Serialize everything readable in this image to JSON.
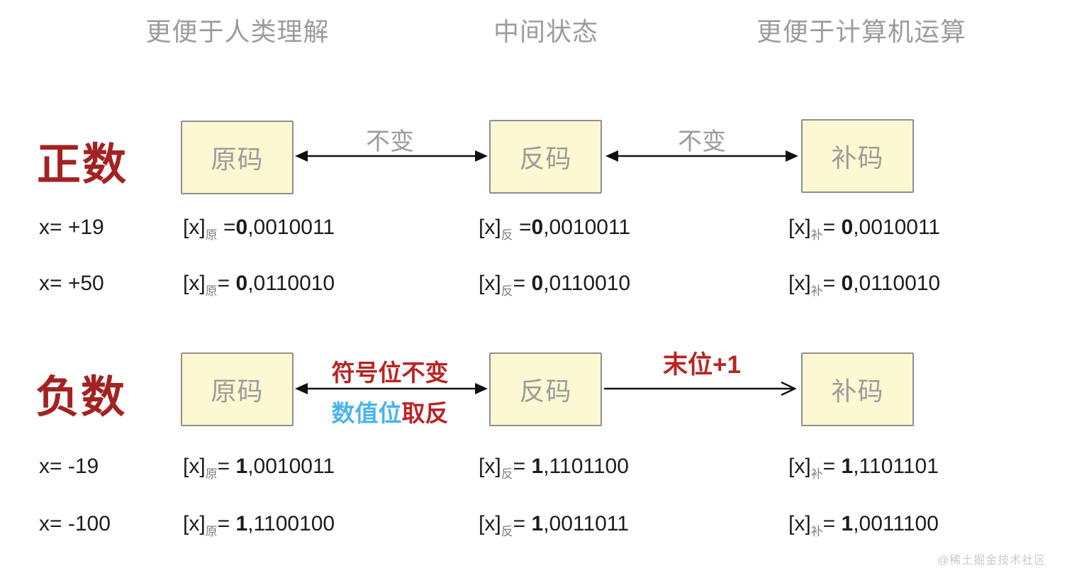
{
  "headers": {
    "human": "更便于人类理解",
    "middle": "中间状态",
    "computer": "更便于计算机运算"
  },
  "positive": {
    "label": "正数",
    "boxes": [
      "原码",
      "反码",
      "补码"
    ],
    "arrow1_label": "不变",
    "arrow2_label": "不变",
    "rows": [
      {
        "x": "x= +19",
        "cells": [
          {
            "pre": "[x]",
            "sub": "原",
            "eq": " =",
            "sign": "0",
            "rest": ",0010011"
          },
          {
            "pre": "[x]",
            "sub": "反",
            "eq": " =",
            "sign": "0",
            "rest": ",0010011"
          },
          {
            "pre": "[x]",
            "sub": "补",
            "eq": "= ",
            "sign": "0",
            "rest": ",0010011"
          }
        ]
      },
      {
        "x": "x= +50",
        "cells": [
          {
            "pre": "[x]",
            "sub": "原",
            "eq": "= ",
            "sign": "0",
            "rest": ",0110010"
          },
          {
            "pre": "[x]",
            "sub": "反",
            "eq": "= ",
            "sign": "0",
            "rest": ",0110010"
          },
          {
            "pre": "[x]",
            "sub": "补",
            "eq": "= ",
            "sign": "0",
            "rest": ",0110010"
          }
        ]
      }
    ]
  },
  "negative": {
    "label": "负数",
    "boxes": [
      "原码",
      "反码",
      "补码"
    ],
    "arrow1_label_top": "符号位不变",
    "arrow1_label_bottom_blue": "数值位",
    "arrow1_label_bottom_red": "取反",
    "arrow2_label": "末位+1",
    "rows": [
      {
        "x": "x= -19",
        "cells": [
          {
            "pre": "[x]",
            "sub": "原",
            "eq": "= ",
            "sign": "1",
            "rest": ",0010011"
          },
          {
            "pre": "[x]",
            "sub": "反",
            "eq": "= ",
            "sign": "1",
            "rest": ",1101100"
          },
          {
            "pre": "[x]",
            "sub": "补",
            "eq": "= ",
            "sign": "1",
            "rest": ",1101101"
          }
        ]
      },
      {
        "x": "x= -100",
        "cells": [
          {
            "pre": "[x]",
            "sub": "原",
            "eq": "= ",
            "sign": "1",
            "rest": ",1100100"
          },
          {
            "pre": "[x]",
            "sub": "反",
            "eq": "= ",
            "sign": "1",
            "rest": ",0011011"
          },
          {
            "pre": "[x]",
            "sub": "补",
            "eq": "= ",
            "sign": "1",
            "rest": ",0011100"
          }
        ]
      }
    ]
  },
  "colors": {
    "box_fill": "#fbf8d2",
    "box_border": "#8f8f8f",
    "section_red": "#a32222",
    "annotation_red": "#bb2323",
    "annotation_blue": "#48b5e9",
    "muted_gray": "#9c9c9c",
    "arrow_black": "#111111"
  },
  "watermark": "@稀土掘金技术社区"
}
